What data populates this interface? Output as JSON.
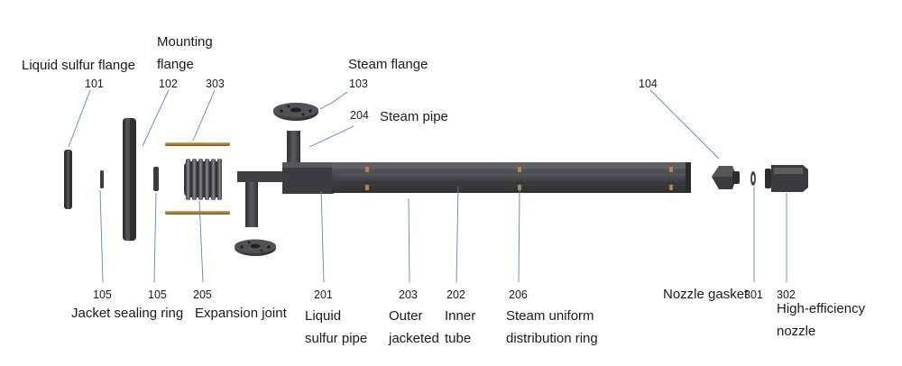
{
  "labels": {
    "liquid_sulfur_flange": "Liquid sulfur flange",
    "mounting_flange_1": "Mounting",
    "mounting_flange_2": "flange",
    "steam_flange": "Steam flange",
    "steam_pipe": "Steam pipe",
    "jacket_sealing_ring": "Jacket sealing ring",
    "expansion_joint": "Expansion joint",
    "liquid_sulfur_pipe_1": "Liquid",
    "liquid_sulfur_pipe_2": "sulfur pipe",
    "outer_jacketed_1": "Outer",
    "outer_jacketed_2": "jacketed",
    "inner_tube_1": "Inner",
    "inner_tube_2": "tube",
    "steam_ring_1": "Steam uniform",
    "steam_ring_2": "distribution ring",
    "nozzle_gasket": "Nozzle gasket",
    "hen_1": "High-efficiency",
    "hen_2": "nozzle"
  },
  "numbers": {
    "n101": "101",
    "n102": "102",
    "n303": "303",
    "n103": "103",
    "n204": "204",
    "n104": "104",
    "n105a": "105",
    "n105b": "105",
    "n205": "205",
    "n201": "201",
    "n203": "203",
    "n202": "202",
    "n206": "206",
    "n301": "301",
    "n302": "302"
  },
  "colors": {
    "metal_dark": "#3a3b3d",
    "metal_mid": "#55575a",
    "metal_light": "#7b7d80",
    "brass": "#b0884a",
    "leader": "#5b86b8"
  }
}
